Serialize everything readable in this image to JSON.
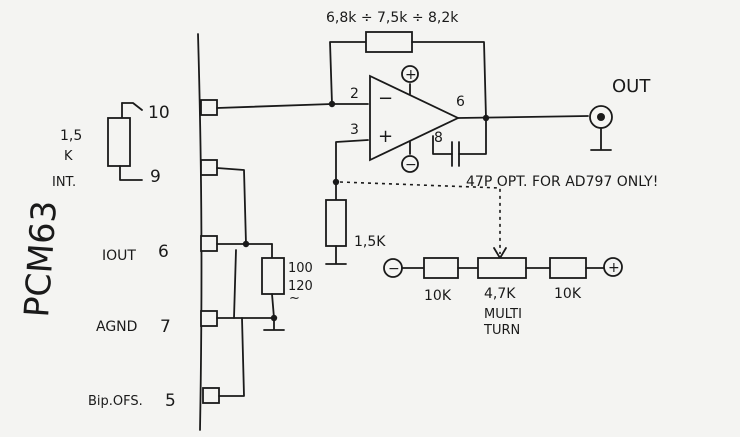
{
  "chip": {
    "name": "PCM63",
    "pins": {
      "p10": "10",
      "p9": "9",
      "p6": "6",
      "p7": "7",
      "p5": "5"
    },
    "pin_names": {
      "iout": "IOUT",
      "agnd": "AGND",
      "bipofs": "Bip.OFS."
    }
  },
  "internal_resistor": {
    "value": "1,5",
    "unit": "K",
    "note": "INT."
  },
  "feedback_resistor": {
    "label": "6,8k ÷ 7,5k ÷ 8,2k"
  },
  "opamp": {
    "pins": {
      "inv": "2",
      "noninv": "3",
      "out": "6",
      "comp": "8"
    },
    "symbols": {
      "minus": "−",
      "plus": "+",
      "supply_pos": "+",
      "supply_neg": "−"
    }
  },
  "comp_cap": {
    "label": "47P OPT. FOR AD797 ONLY!"
  },
  "input_resistor": {
    "label": "1,5K"
  },
  "rc_network": {
    "label_top": "100",
    "label_bottom": "120",
    "tilde": "~"
  },
  "output": {
    "label": "OUT"
  },
  "offset_trim": {
    "left_supply": "−",
    "right_supply": "+",
    "r1": "10K",
    "pot": "4,7K",
    "pot_note_1": "MULTI",
    "pot_note_2": "TURN",
    "r2": "10K"
  }
}
